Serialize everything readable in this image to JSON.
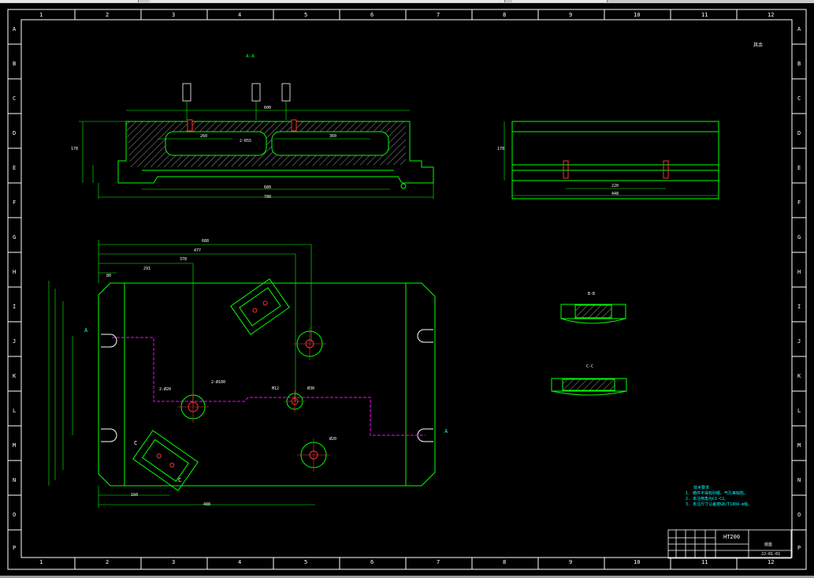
{
  "window": {
    "toolbar_segments": 3
  },
  "border": {
    "top_numbers": [
      "1",
      "2",
      "3",
      "4",
      "5",
      "6",
      "7",
      "8",
      "9",
      "10",
      "11",
      "12"
    ],
    "bottom_numbers": [
      "1",
      "2",
      "3",
      "4",
      "5",
      "6",
      "7",
      "8",
      "9",
      "10",
      "11",
      "12"
    ],
    "left_letters": [
      "A",
      "B",
      "C",
      "D",
      "E",
      "F",
      "G",
      "H",
      "I",
      "J",
      "K",
      "L",
      "M",
      "N",
      "O",
      "P"
    ],
    "right_letters": [
      "A",
      "B",
      "C",
      "D",
      "E",
      "F",
      "G",
      "H",
      "I",
      "J",
      "K",
      "L",
      "M",
      "N",
      "O",
      "P"
    ]
  },
  "drawing": {
    "section_label_top": "A-A",
    "roughness_mark": "其余",
    "top_dims": {
      "d1": "780",
      "d2": "680",
      "d3": "600",
      "d4": "260",
      "d5": "360",
      "d6": "2-R55",
      "d7": "178"
    },
    "side_dims": {
      "s1": "220",
      "s2": "448",
      "s3": "178"
    },
    "plan_dims": {
      "p1": "688",
      "p2": "477",
      "p3": "378",
      "p4": "291",
      "p5": "80",
      "p6": "488",
      "p7": "160",
      "p8": "2-Ø20",
      "p9": "2-Ø100",
      "p10": "M12",
      "p11": "Ø30",
      "p12": "Ø20",
      "p13": "A",
      "p14": "A",
      "p15": "C",
      "p16": "C"
    },
    "section_b": "B-B",
    "section_c": "C-C"
  },
  "notes": {
    "heading": "技术要求",
    "line1": "1. 铸件不得有砂眼、气孔等缺陷。",
    "line2": "2. 未注倒角为C1-C2。",
    "line3": "3. 未注尺寸公差按GB/T1804-m级。"
  },
  "title_block": {
    "material": "HT200",
    "drawing_no": "JJ-01-01",
    "part_name": "底座"
  }
}
